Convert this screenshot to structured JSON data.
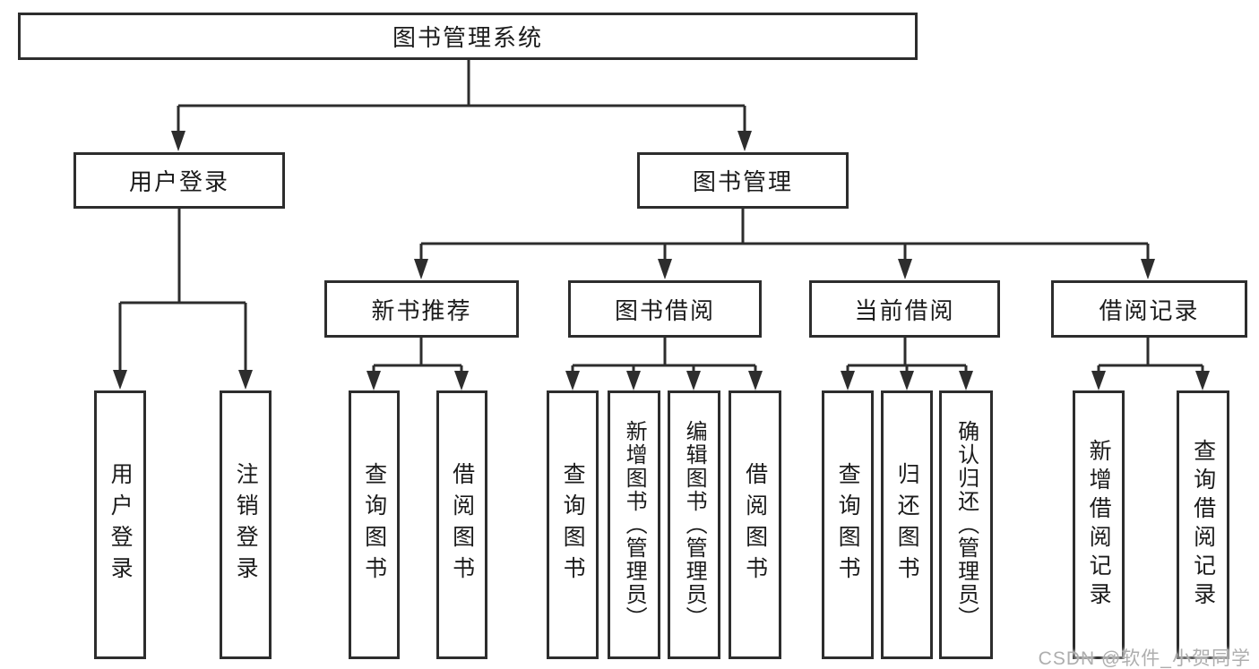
{
  "diagram": {
    "root": {
      "label": "图书管理系统"
    },
    "branches": [
      {
        "label": "用户登录",
        "children": [
          {
            "label": "用户登录"
          },
          {
            "label": "注销登录"
          }
        ]
      },
      {
        "label": "图书管理",
        "children": [
          {
            "label": "新书推荐",
            "children": [
              {
                "label": "查询图书"
              },
              {
                "label": "借阅图书"
              }
            ]
          },
          {
            "label": "图书借阅",
            "children": [
              {
                "label": "查询图书"
              },
              {
                "label": "新增图书（管理员）"
              },
              {
                "label": "编辑图书（管理员）"
              },
              {
                "label": "借阅图书"
              }
            ]
          },
          {
            "label": "当前借阅",
            "children": [
              {
                "label": "查询图书"
              },
              {
                "label": "归还图书"
              },
              {
                "label": "确认归还（管理员）"
              }
            ]
          },
          {
            "label": "借阅记录",
            "children": [
              {
                "label": "新增借阅记录"
              },
              {
                "label": "查询借阅记录"
              }
            ]
          }
        ]
      }
    ]
  },
  "watermark": {
    "text": "CSDN @软件_小贺同学"
  },
  "colors": {
    "line": "#2d2d2d",
    "text": "#1b1b1b",
    "background": "#ffffff",
    "watermark": "#aeaeae"
  }
}
